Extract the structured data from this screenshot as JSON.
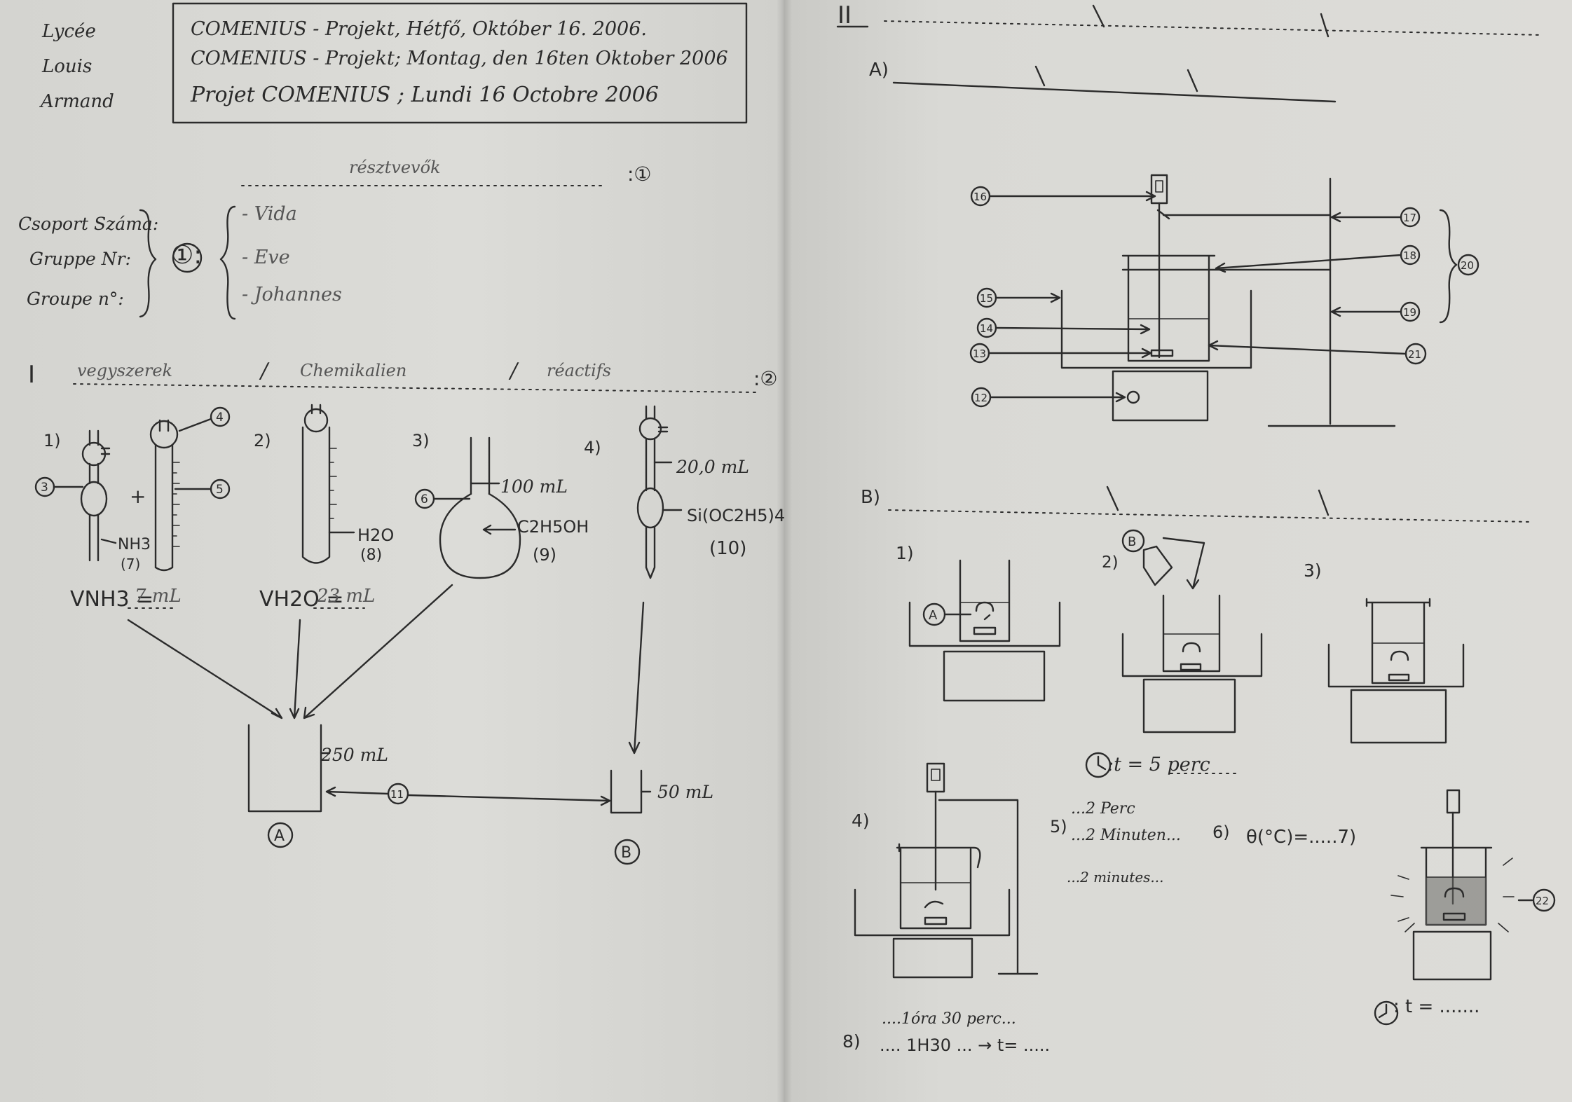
{
  "school": {
    "line1": "Lycée",
    "line2": "Louis",
    "line3": "Armand"
  },
  "header_box": [
    "COMENIUS - Projekt, Hétfő, Október 16. 2006.",
    "COMENIUS - Projekt; Montag, den 16ten Oktober 2006",
    "Projet COMENIUS ; Lundi 16 Octobre 2006"
  ],
  "title_field": {
    "value": "résztvevők",
    "marker": ":①"
  },
  "group_labels": [
    "Csoport Száma:",
    "Gruppe Nr:",
    "Groupe n°:"
  ],
  "group_marker": "①:",
  "participants": [
    "- Vida",
    "- Eve",
    "- Johannes"
  ],
  "section1": {
    "roman": "I",
    "labels": [
      "vegyszerek",
      "Chemikalien",
      "réactifs"
    ],
    "separator": "/",
    "marker": ":②"
  },
  "section1_items": {
    "n1": "1)",
    "n2": "2)",
    "n3": "3)",
    "n4": "4)",
    "plus": "+",
    "nh3": "NH3",
    "nh3_num": "(7)",
    "h2o": "H2O",
    "h2o_num": "(8)",
    "flask_vol": "100 mL",
    "ethanol": "C2H5OH",
    "ethanol_num": "(9)",
    "pipette_vol": "20,0 mL",
    "teos": "Si(OC2H5)4",
    "teos_num": "(10)",
    "v_nh3_label": "VNH3 =",
    "v_nh3_value": "7 mL",
    "v_h2o_label": "VH2O =",
    "v_h2o_value": "23 mL",
    "beaker_a_vol": "250 mL",
    "beaker_b_vol": "50 mL",
    "beaker_a": "A",
    "beaker_b": "B",
    "callouts": [
      "3",
      "4",
      "5",
      "6",
      "11"
    ]
  },
  "section2": {
    "roman": "II",
    "sub_a": "A)",
    "sub_b": "B)"
  },
  "section2_callouts": [
    "16",
    "17",
    "18",
    "19",
    "20",
    "15",
    "14",
    "13",
    "21",
    "12"
  ],
  "steps": {
    "s1": "1)",
    "s2": "2)",
    "s3": "3)",
    "s4": "4)",
    "marker_a": "A",
    "marker_b": "B",
    "timer1": ":t = 5 perc",
    "s5": "5)",
    "s5_lines": [
      "...2 Perc",
      "...2 Minuten...",
      "...2 minutes..."
    ],
    "s6": "6)",
    "s6_text": "θ(°C)=.....7)",
    "s8": "8)",
    "s8_lines": [
      "....1óra 30 perc...",
      ".... 1H30 ... → t= ....."
    ],
    "callout22": "22",
    "timer2": ": t = ......."
  }
}
